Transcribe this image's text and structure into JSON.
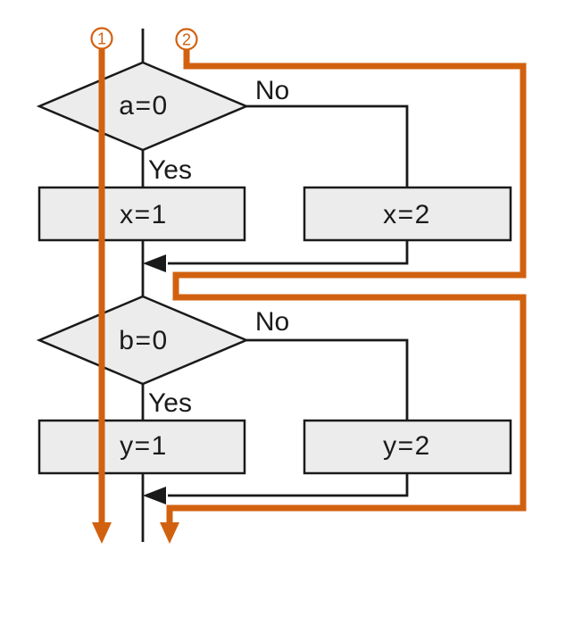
{
  "diagram": {
    "type": "flowchart",
    "colors": {
      "orange": "#d2610f",
      "line_black": "#1a1a1a",
      "node_fill": "#ececec",
      "node_stroke": "#1a1a1a",
      "background": "#ffffff"
    },
    "nodes": {
      "decision_a": "a=0",
      "process_x1": "x=1",
      "process_x2": "x=2",
      "decision_b": "b=0",
      "process_y1": "y=1",
      "process_y2": "y=2"
    },
    "branch_labels": {
      "yes_a": "Yes",
      "no_a": "No",
      "yes_b": "Yes",
      "no_b": "No"
    },
    "path_markers": {
      "path1": "1",
      "path2": "2"
    }
  }
}
